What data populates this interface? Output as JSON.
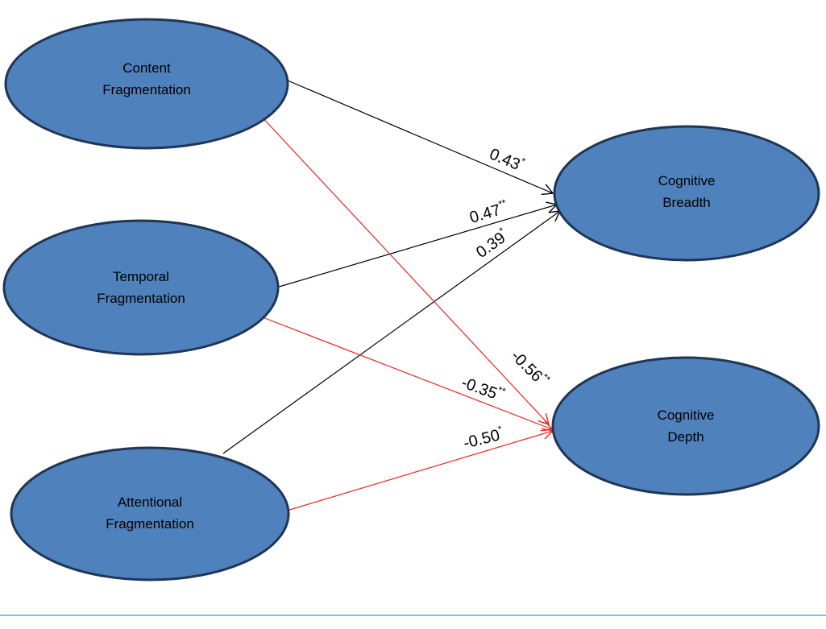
{
  "colors": {
    "node_fill": "#4f81bd",
    "node_stroke": "#1f3654",
    "positive_path": "#000000",
    "negative_path": "#e8251e",
    "bottom_rule": "#3fb6e3"
  },
  "nodes": {
    "content": {
      "line1": "Content",
      "line2": "Fragmentation"
    },
    "temporal": {
      "line1": "Temporal",
      "line2": "Fragmentation"
    },
    "attentional": {
      "line1": "Attentional",
      "line2": "Fragmentation"
    },
    "breadth": {
      "line1": "Cognitive",
      "line2": "Breadth"
    },
    "depth": {
      "line1": "Cognitive",
      "line2": "Depth"
    }
  },
  "paths": {
    "content_breadth": {
      "value": "0.43",
      "stars": "*"
    },
    "temporal_breadth": {
      "value": "0.47",
      "stars": "**"
    },
    "attentional_breadth": {
      "value": "0.39",
      "stars": "*"
    },
    "content_depth": {
      "value": "-0.56",
      "stars": "**"
    },
    "temporal_depth": {
      "value": "-0.35",
      "stars": "**"
    },
    "attentional_depth": {
      "value": "-0.50",
      "stars": "*"
    }
  }
}
